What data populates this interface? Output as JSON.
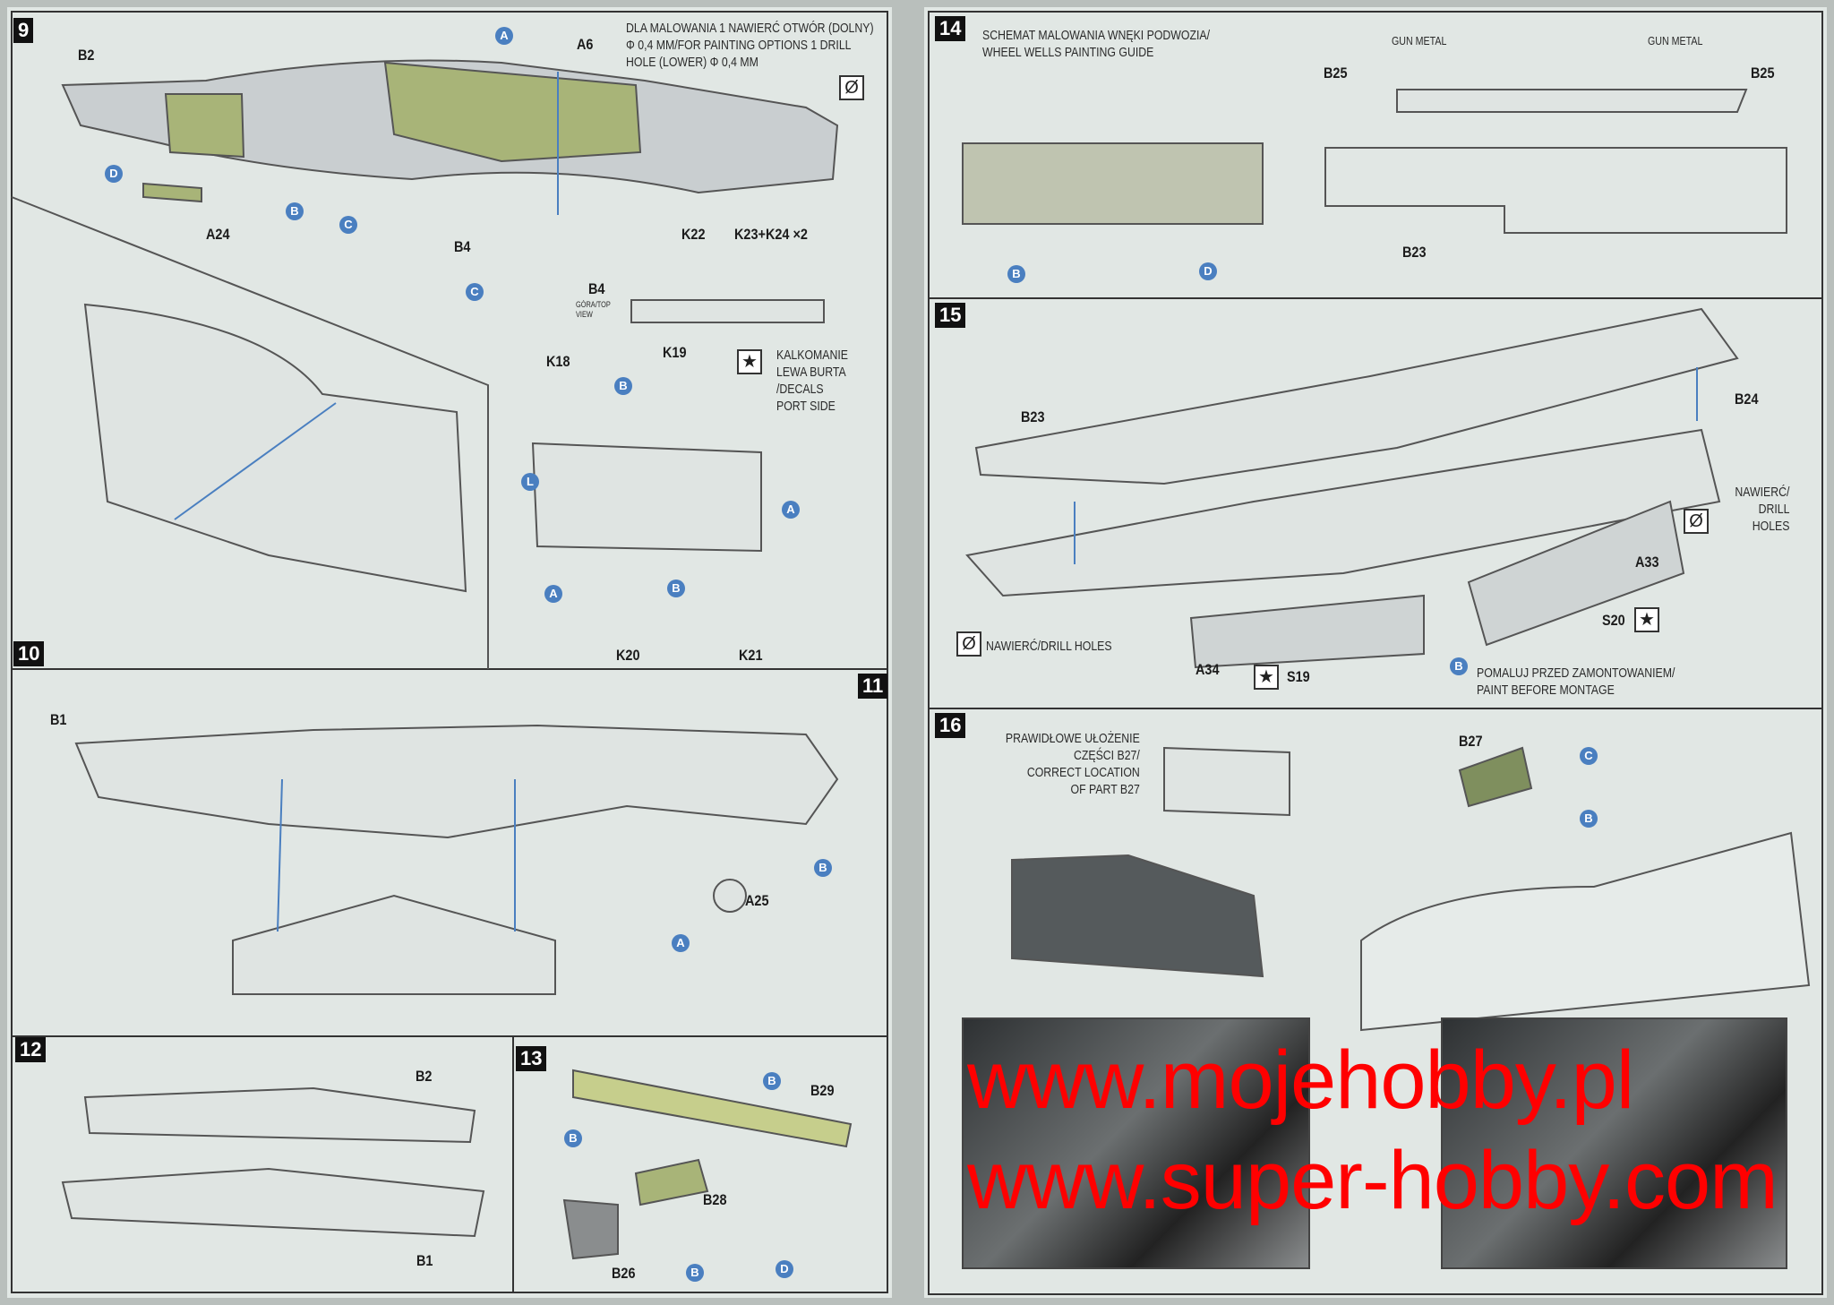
{
  "steps": {
    "s9": "9",
    "s10": "10",
    "s11": "11",
    "s12": "12",
    "s13": "13",
    "s14": "14",
    "s15": "15",
    "s16": "16"
  },
  "step9": {
    "parts": {
      "b2": "B2",
      "a6": "A6",
      "a24": "A24",
      "b4": "B4",
      "k22": "K22",
      "k23k24": "K23+K24 ×2",
      "b4top": "B4",
      "k18": "K18",
      "k19": "K19",
      "k20": "K20",
      "k21": "K21"
    },
    "top_view": "GÓRA/TOP\nVIEW",
    "drill_note": "DLA MALOWANIA 1 NAWIERĆ OTWÓR (DOLNY)\nΦ 0,4 mm/FOR PAINTING OPTIONS 1 DRILL\nHOLE (LOWER) Φ 0,4 mm",
    "decal_note": "KALKOMANIE\nLEWA BURTA\n/DECALS\nPORT SIDE",
    "callouts": [
      "A",
      "D",
      "B",
      "C",
      "C",
      "B",
      "L",
      "A",
      "A",
      "B"
    ]
  },
  "step10_11": {
    "parts": {
      "b1": "B1",
      "a25": "A25"
    },
    "callouts": [
      "B",
      "A"
    ]
  },
  "step12": {
    "parts": {
      "b2": "B2",
      "b1": "B1"
    }
  },
  "step13": {
    "parts": {
      "b29": "B29",
      "b28": "B28",
      "b26": "B26"
    },
    "callouts": [
      "B",
      "B",
      "B",
      "D"
    ]
  },
  "step14": {
    "note": "SCHEMAT MALOWANIA WNĘKI PODWOZIA/\nWHEEL WELLS PAINTING GUIDE",
    "gun_metal": "GUN METAL",
    "parts": {
      "b25": "B25",
      "b23": "B23"
    },
    "callouts": [
      "B",
      "D"
    ]
  },
  "step15": {
    "parts": {
      "b23": "B23",
      "b24": "B24",
      "a33": "A33",
      "a34": "A34",
      "s19": "S19",
      "s20": "S20"
    },
    "drill_holes": "NAWIERĆ/\nDRILL\nHOLES",
    "drill_holes_inline": "NAWIERĆ/DRILL HOLES",
    "paint_note": "POMALUJ PRZED ZAMONTOWANIEM/\nPAINT BEFORE MONTAGE",
    "callouts": [
      "B"
    ]
  },
  "step16": {
    "note": "PRAWIDŁOWE UŁOŻENIE\nCZĘŚCI B27/\nCORRECT LOCATION\nOF PART B27",
    "parts": {
      "b27": "B27"
    },
    "callouts": [
      "C",
      "B"
    ]
  },
  "icons": {
    "star": "★",
    "drill": "Ø"
  },
  "watermark": "www.mojehobby.pl www.super-hobby.com",
  "colors": {
    "paper": "#e1e7e4",
    "callout": "#4a7fc0",
    "green_part": "#a8b478",
    "watermark": "#ff0000"
  }
}
